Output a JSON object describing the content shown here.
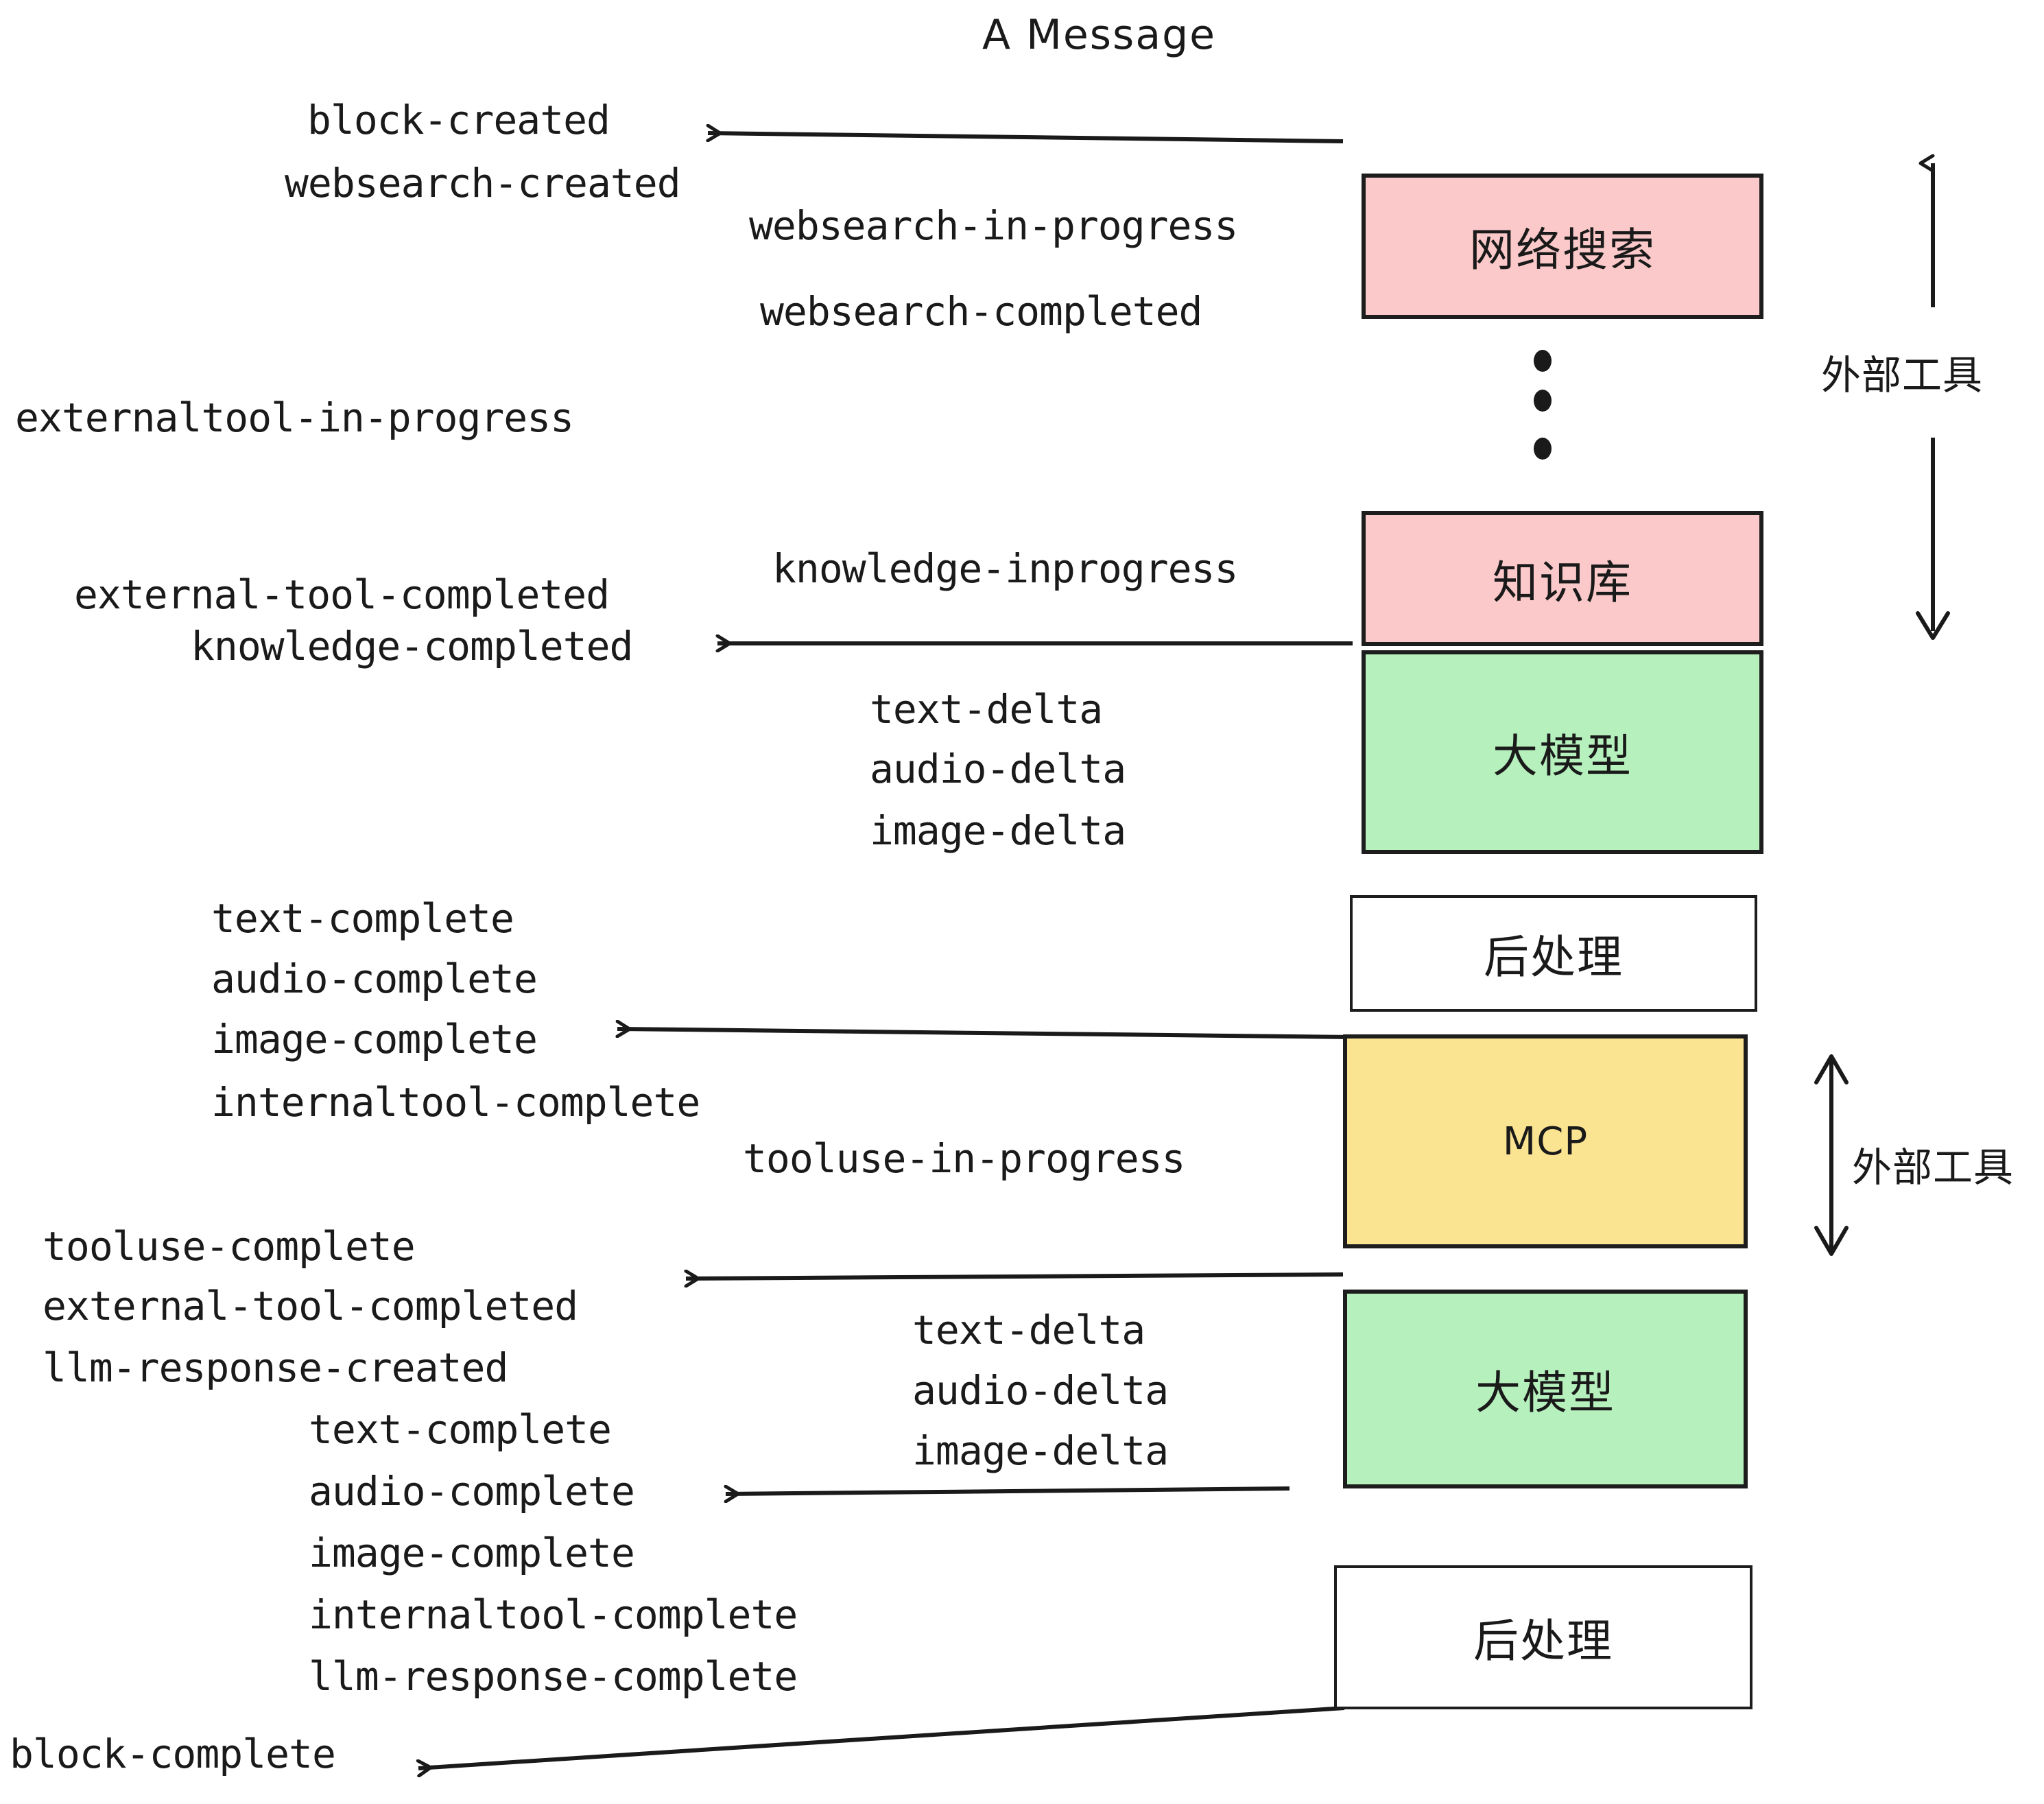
{
  "diagram": {
    "title": "A Message",
    "colors": {
      "pink": "#fbc9c9",
      "green": "#b6f0bd",
      "yellow": "#fbe491",
      "white": "#ffffff",
      "stroke": "#1d1d1d",
      "text": "#1a1a1a"
    },
    "nodes": [
      {
        "key": "websearch",
        "label": "网络搜索",
        "fill": "pink"
      },
      {
        "key": "knowledge",
        "label": "知识库",
        "fill": "pink"
      },
      {
        "key": "llm1",
        "label": "大模型",
        "fill": "green"
      },
      {
        "key": "post1",
        "label": "后处理",
        "fill": "white"
      },
      {
        "key": "mcp",
        "label": "MCP",
        "fill": "yellow"
      },
      {
        "key": "llm2",
        "label": "大模型",
        "fill": "green"
      },
      {
        "key": "post2",
        "label": "后处理",
        "fill": "white"
      }
    ],
    "side_labels": [
      {
        "key": "external-tool-upper",
        "label": "外部工具"
      },
      {
        "key": "external-tool-lower",
        "label": "外部工具"
      }
    ],
    "events": {
      "block_created": "block-created",
      "websearch_created": "websearch-created",
      "websearch_in_progress": "websearch-in-progress",
      "websearch_completed": "websearch-completed",
      "externaltool_in_progress": "externaltool-in-progress",
      "knowledge_inprogress": "knowledge-inprogress",
      "external_tool_completed_1": "external-tool-completed",
      "knowledge_completed": "knowledge-completed",
      "text_delta_1": "text-delta",
      "audio_delta_1": "audio-delta",
      "image_delta_1": "image-delta",
      "text_complete_1": "text-complete",
      "audio_complete_1": "audio-complete",
      "image_complete_1": "image-complete",
      "internaltool_complete_1": "internaltool-complete",
      "tooluse_in_progress": "tooluse-in-progress",
      "tooluse_complete": "tooluse-complete",
      "external_tool_completed_2": "external-tool-completed",
      "llm_response_created": "llm-response-created",
      "text_delta_2": "text-delta",
      "audio_delta_2": "audio-delta",
      "image_delta_2": "image-delta",
      "text_complete_2": "text-complete",
      "audio_complete_2": "audio-complete",
      "image_complete_2": "image-complete",
      "internaltool_complete_2": "internaltool-complete",
      "llm_response_complete": "llm-response-complete",
      "block_complete": "block-complete"
    }
  }
}
